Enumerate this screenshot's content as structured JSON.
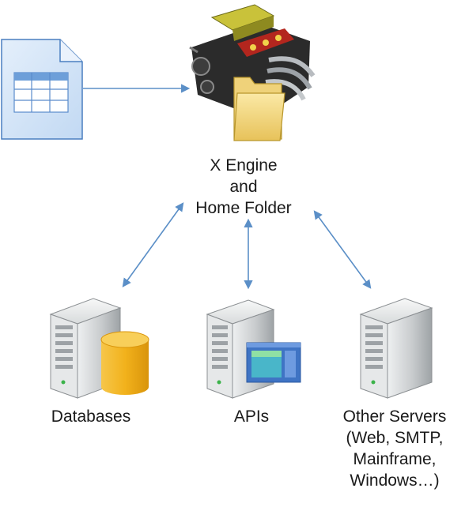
{
  "engine": {
    "lines": [
      "X Engine",
      "and",
      "Home Folder"
    ],
    "icon": "engine-with-folder-icon"
  },
  "source": {
    "icon": "spreadsheet-document-icon"
  },
  "targets": [
    {
      "id": "databases",
      "lines": [
        "Databases"
      ],
      "icon": "server-with-database-icon"
    },
    {
      "id": "apis",
      "lines": [
        "APIs"
      ],
      "icon": "server-with-window-icon"
    },
    {
      "id": "other",
      "lines": [
        "Other Servers",
        "(Web, SMTP,",
        "Mainframe,",
        "Windows…)"
      ],
      "icon": "server-icon"
    }
  ],
  "colors": {
    "arrow": "#5b8fc7",
    "doc_fill": "#cfe2f7",
    "doc_stroke": "#4a7fc0",
    "db_fill": "#f2b21c",
    "server_body": "#c9ccce"
  }
}
